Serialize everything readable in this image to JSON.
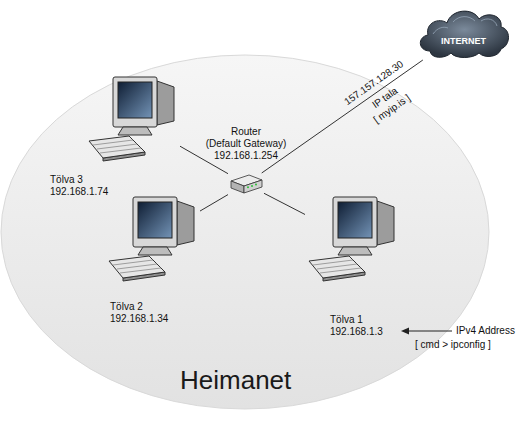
{
  "diagram": {
    "nodes": [
      {
        "text": [
          "INTERNET"
        ]
      },
      {
        "text": [
          "Heimanet"
        ]
      },
      {
        "text": [
          "Tölva 3",
          "192.168.1.74"
        ],
        "in": 1
      },
      {
        "text": [
          "Router",
          "(Default Gateway)",
          "192.168.1.254"
        ],
        "in": 1
      },
      {
        "text": [
          "Tölva 2",
          "192.168.1.34"
        ],
        "in": 1
      },
      {
        "text": [
          "Tölva 1",
          "192.168.1.3"
        ],
        "in": 1
      }
    ],
    "edges": [
      {
        "from": 3,
        "to": 2,
        "arrow": "none"
      },
      {
        "from": 3,
        "to": 4,
        "arrow": "none"
      },
      {
        "from": 3,
        "to": 5,
        "arrow": "none"
      },
      {
        "from": 3,
        "to": 0,
        "arrow": "none",
        "label": "157.157.128.30"
      }
    ],
    "labels": [
      "IP tala",
      "[ myip.is ]",
      "IPv4 Address",
      "[ cmd > ipconfig ]"
    ]
  }
}
